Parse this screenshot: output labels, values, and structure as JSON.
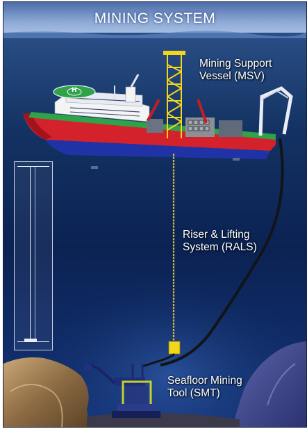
{
  "title": "MINING SYSTEM",
  "labels": {
    "msv_line1": "Mining Support",
    "msv_line2": "Vessel (MSV)",
    "rals_line1": "Riser & Lifting",
    "rals_line2": "System (RALS)",
    "smt_line1": "Seafloor Mining",
    "smt_line2": "Tool (SMT)"
  },
  "helipad_mark": "H",
  "colors": {
    "sky_top": "#7f9fd1",
    "sea_deep": "#0b1f45",
    "hull_red": "#d4222c",
    "hull_blue": "#1f33a6",
    "deck_green": "#2fa24a",
    "derrick_yellow": "#f2d51c",
    "riser": "#d9b93a",
    "hose": "#111418"
  }
}
